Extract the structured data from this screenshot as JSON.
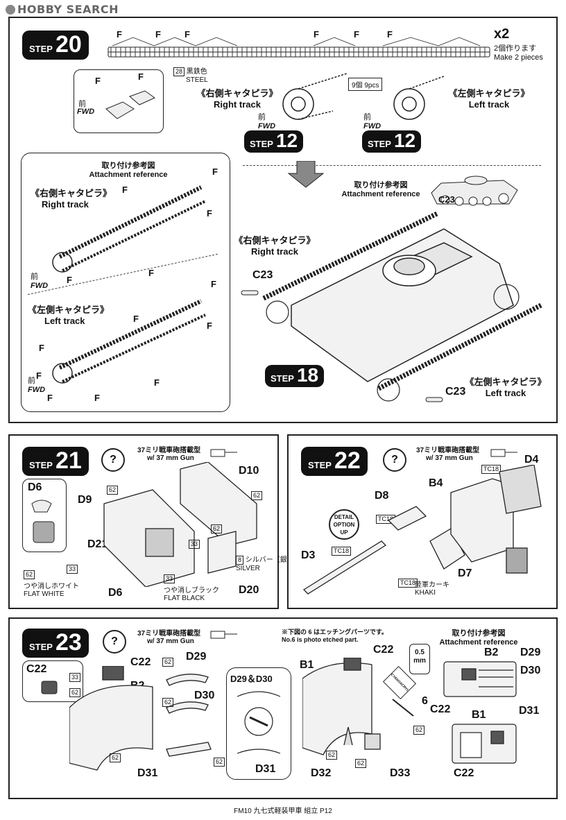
{
  "watermark": "HOBBY SEARCH",
  "step20": {
    "step_word": "STEP",
    "step_num": "20",
    "f": "F",
    "times": "x2",
    "make_jp": "2個作ります",
    "make_en": "Make 2 pieces",
    "part_no": "28",
    "steel_jp": "黒鉄色",
    "steel_en": "STEEL",
    "pcs": "9個 9pcs",
    "right_jp": "《右側キャタピラ》",
    "right_en": "Right track",
    "left_jp": "《左側キャタピラ》",
    "left_en": "Left track",
    "fwd_jp": "前",
    "fwd_en": "FWD",
    "step12_num": "12"
  },
  "main": {
    "attach_jp": "取り付け参考図",
    "attach_en": "Attachment reference",
    "right_jp": "《右側キャタピラ》",
    "right_en": "Right track",
    "left_jp": "《左側キャタピラ》",
    "left_en": "Left track",
    "f": "F",
    "fwd_jp": "前",
    "fwd_en": "FWD",
    "c23": "C23",
    "step18_num": "18"
  },
  "step21": {
    "step_num": "21",
    "gun_jp": "37ミリ戦車砲搭載型",
    "gun_en": "w/ 37 mm Gun",
    "parts": [
      "D6",
      "D9",
      "D10",
      "D21",
      "D6",
      "D20"
    ],
    "n62": "62",
    "n33": "33",
    "n8": "8",
    "silver_jp": "シルバー（銀）",
    "silver_en": "SILVER",
    "white_jp": "つや消しホワイト",
    "white_en": "FLAT WHITE",
    "black_jp": "つや消しブラック",
    "black_en": "FLAT BLACK"
  },
  "step22": {
    "step_num": "22",
    "gun_jp": "37ミリ戦車砲搭載型",
    "gun_en": "w/ 37 mm Gun",
    "parts": [
      "D4",
      "B4",
      "D8",
      "D3",
      "D7"
    ],
    "tc18": "TC18",
    "detail": "DETAIL",
    "option": "OPTION",
    "up": "UP",
    "khaki_jp": "陸軍カーキ",
    "khaki_en": "KHAKI"
  },
  "step23": {
    "step_num": "23",
    "gun_jp": "37ミリ戦車砲搭載型",
    "gun_en": "w/ 37 mm Gun",
    "note_jp": "※下図の 6 はエッチングパーツです。",
    "note_en": "No.6 is photo etched part.",
    "attach_jp": "取り付け参考図",
    "attach_en": "Attachment reference",
    "c22": "C22",
    "b2": "B2",
    "b1": "B1",
    "d29": "D29",
    "d30": "D30",
    "d31": "D31",
    "d29d30": "D29＆D30",
    "d32": "D32",
    "d33": "D33",
    "six": "6",
    "n33": "33",
    "n62": "62",
    "mm": "0.5",
    "mm_unit": "mm",
    "cyano": "CYANOACRYLATE"
  },
  "footer": "FM10 九七式軽装甲車 組立 P12"
}
